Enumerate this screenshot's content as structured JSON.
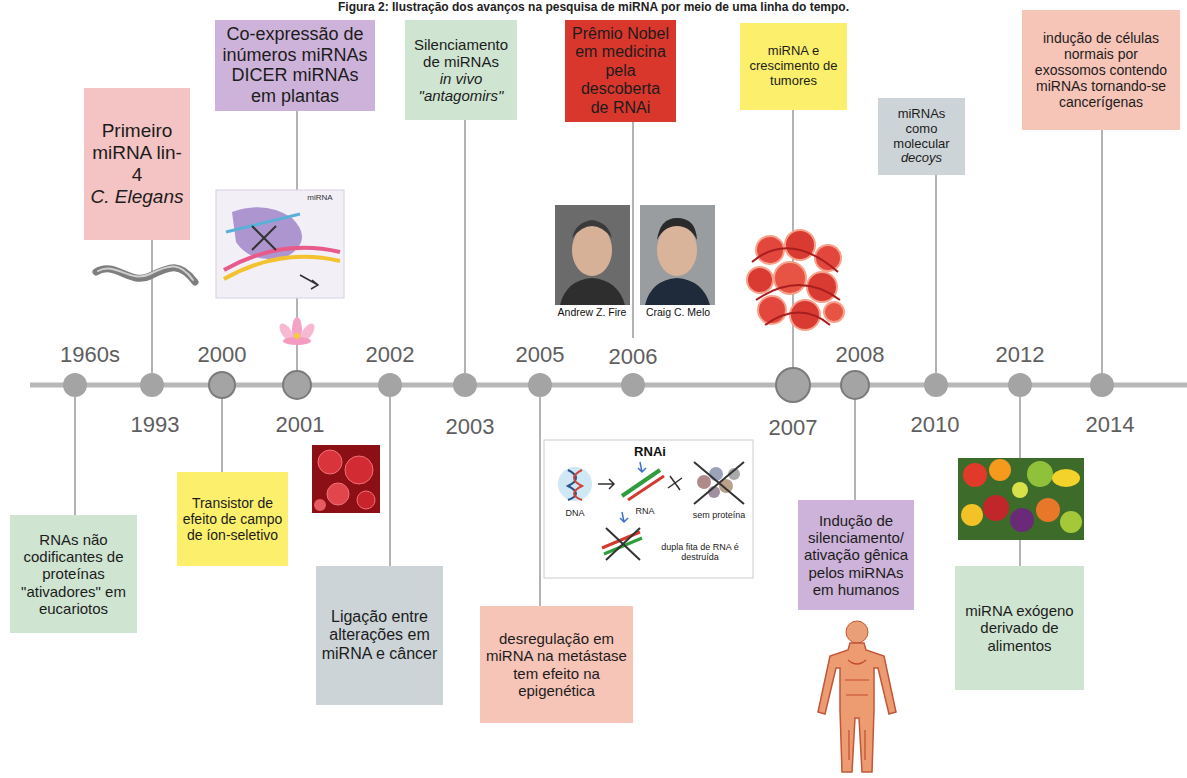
{
  "diagram": {
    "title": "Figura 2: Ilustração dos avanços na pesquisa de miRNA por meio de uma linha do tempo.",
    "nodes": [
      {
        "text": [
          "RNAs não codificantes de proteínas \"ativadores\" em eucariotos"
        ]
      },
      {
        "text": [
          "Primeiro miRNA lin-4",
          "C. Elegans"
        ]
      },
      {
        "text": [
          "Transistor de efeito de campo de íon-seletivo"
        ]
      },
      {
        "text": [
          "Co-expressão de inúmeros miRNAs DICER miRNAs em plantas"
        ]
      },
      {
        "text": [
          "Ligação entre alterações em miRNA e câncer"
        ]
      },
      {
        "text": [
          "Silenciamento de miRNAs",
          "in vivo \"antagomirs\""
        ]
      },
      {
        "text": [
          "desregulação em miRNA na metástase tem efeito na epigenética"
        ]
      },
      {
        "text": [
          "Prêmio Nobel em medicina pela descoberta de RNAi"
        ]
      },
      {
        "text": [
          "miRNA e crescimento de tumores"
        ]
      },
      {
        "text": [
          "Indução de silenciamento/ ativação gênica pelos miRNAs em humanos"
        ]
      },
      {
        "text": [
          "miRNAs como molecular",
          "decoys"
        ]
      },
      {
        "text": [
          "miRNA exógeno derivado de alimentos"
        ]
      },
      {
        "text": [
          "indução de células normais por exossomos contendo miRNAs tornando-se cancerígenas"
        ]
      }
    ],
    "labels": [
      "1960s",
      "1993",
      "2000",
      "2001",
      "2002",
      "2003",
      "2005",
      "2006",
      "2007",
      "2008",
      "2010",
      "2012",
      "2014",
      "Andrew Z. Fire",
      "Craig C. Melo",
      "RNAi",
      "DNA",
      "RNA",
      "sem proteína",
      "dupla fita de RNA é destruída",
      "miRNA"
    ]
  }
}
